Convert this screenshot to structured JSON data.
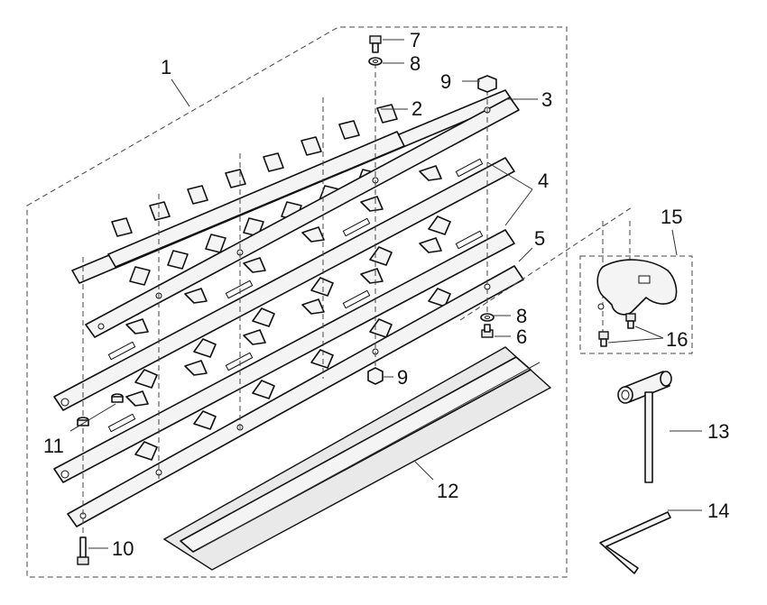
{
  "diagram": {
    "callouts": [
      {
        "id": "c1",
        "text": "1"
      },
      {
        "id": "c2",
        "text": "2"
      },
      {
        "id": "c3",
        "text": "3"
      },
      {
        "id": "c4",
        "text": "4"
      },
      {
        "id": "c5",
        "text": "5"
      },
      {
        "id": "c6",
        "text": "6"
      },
      {
        "id": "c7",
        "text": "7"
      },
      {
        "id": "c8a",
        "text": "8"
      },
      {
        "id": "c8b",
        "text": "8"
      },
      {
        "id": "c9a",
        "text": "9"
      },
      {
        "id": "c9b",
        "text": "9"
      },
      {
        "id": "c10",
        "text": "10"
      },
      {
        "id": "c11",
        "text": "11"
      },
      {
        "id": "c12",
        "text": "12"
      },
      {
        "id": "c13",
        "text": "13"
      },
      {
        "id": "c14",
        "text": "14"
      },
      {
        "id": "c15",
        "text": "15"
      },
      {
        "id": "c16",
        "text": "16"
      }
    ],
    "parts": [
      {
        "name": "blade-assembly-group",
        "icon": "dashed-frame"
      },
      {
        "name": "upper-blade",
        "icon": "toothed-blade"
      },
      {
        "name": "top-plate",
        "icon": "flat-bar"
      },
      {
        "name": "middle-blades",
        "icon": "cross-tooth-blade"
      },
      {
        "name": "bottom-plate",
        "icon": "flat-bar"
      },
      {
        "name": "bolt",
        "icon": "bolt-icon"
      },
      {
        "name": "screw",
        "icon": "screw-icon"
      },
      {
        "name": "washer",
        "icon": "washer-icon"
      },
      {
        "name": "nut",
        "icon": "nut-icon"
      },
      {
        "name": "long-bolt",
        "icon": "bolt-icon"
      },
      {
        "name": "collar",
        "icon": "collar-icon"
      },
      {
        "name": "blade-cover",
        "icon": "sheath-icon"
      },
      {
        "name": "box-wrench",
        "icon": "t-wrench-icon"
      },
      {
        "name": "hex-key",
        "icon": "l-key-icon"
      },
      {
        "name": "bracket-kit",
        "icon": "bracket-icon"
      },
      {
        "name": "bracket-screws",
        "icon": "screw-icon"
      }
    ]
  }
}
